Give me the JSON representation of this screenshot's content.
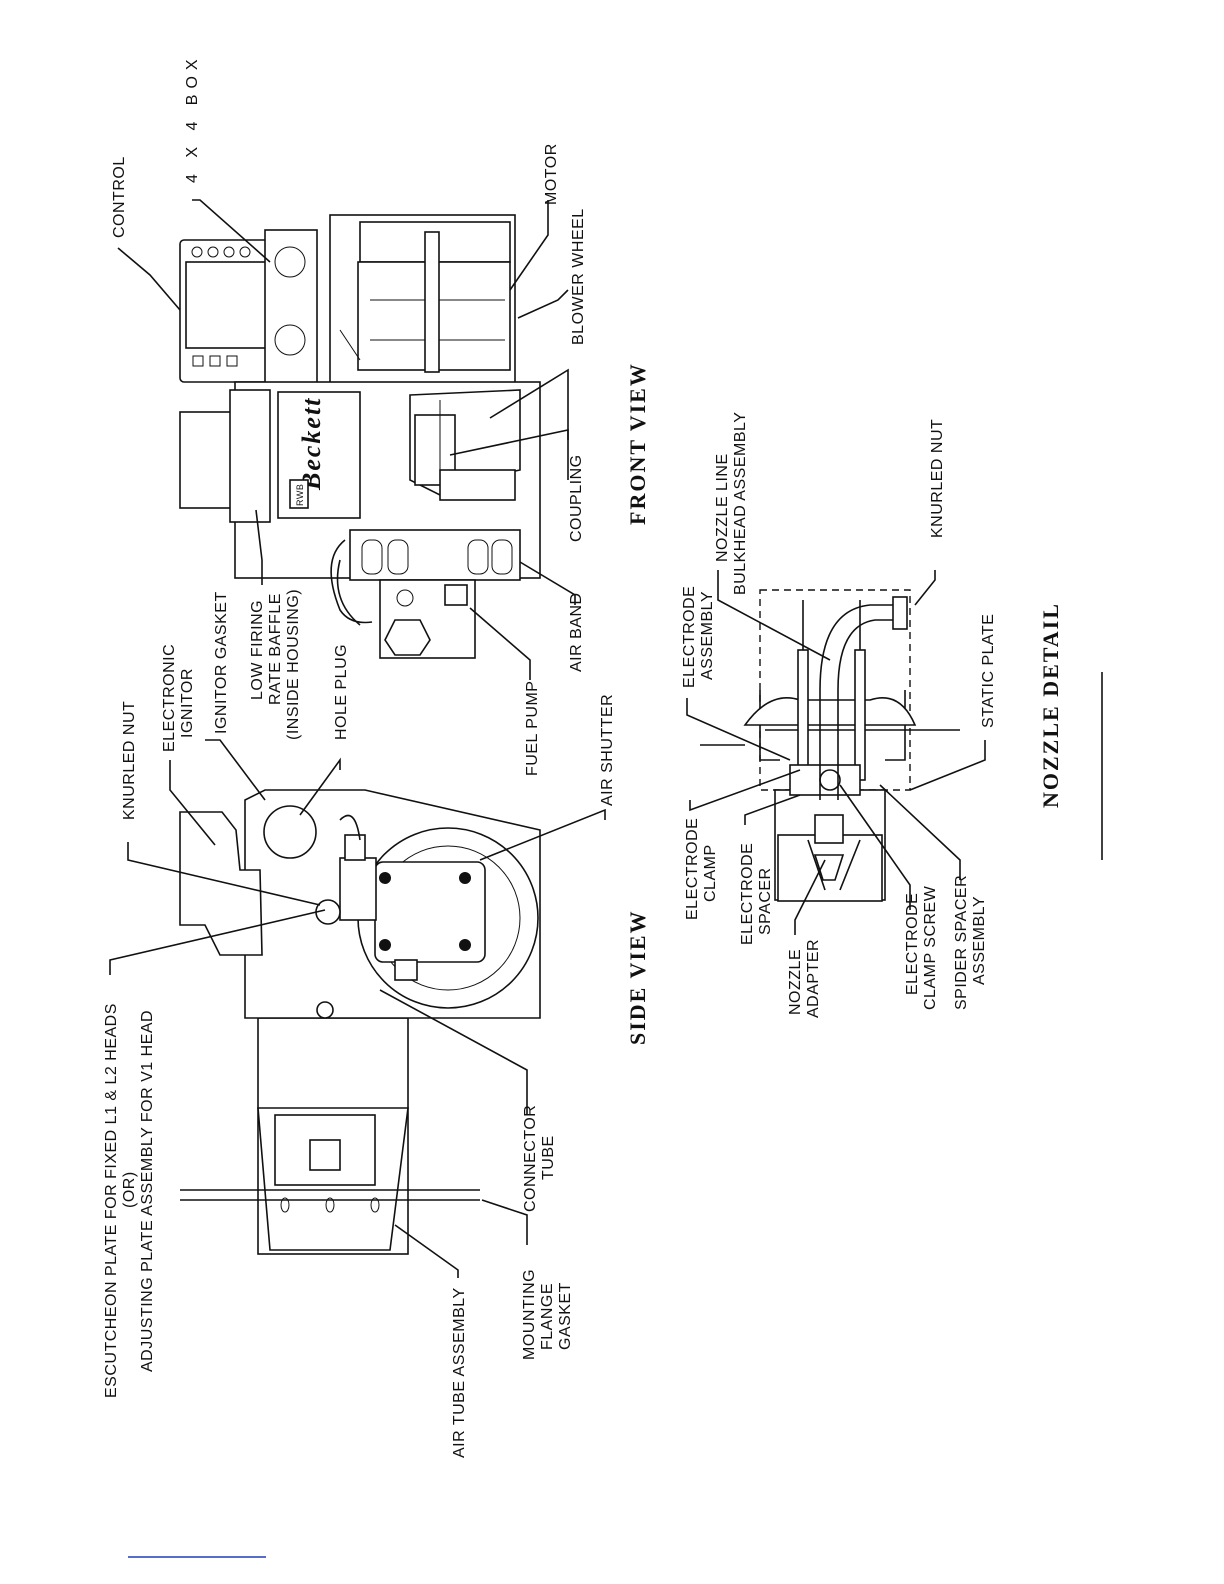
{
  "titles": {
    "front_view": "FRONT VIEW",
    "side_view": "SIDE VIEW",
    "nozzle_detail": "NOZZLE DETAIL"
  },
  "labels": {
    "control": "CONTROL",
    "box": "4 X 4 BOX",
    "motor": "MOTOR",
    "blower_wheel": "BLOWER WHEEL",
    "coupling": "COUPLING",
    "air_band": "AIR BAND",
    "fuel_pump": "FUEL PUMP",
    "air_shutter": "AIR SHUTTER",
    "hole_plug": "HOLE PLUG",
    "low_firing_1": "LOW FIRING",
    "low_firing_2": "RATE BAFFLE",
    "low_firing_3": "(INSIDE HOUSING)",
    "ignitor_gasket": "IGNITOR GASKET",
    "electronic_ignitor_1": "ELECTRONIC",
    "electronic_ignitor_2": "IGNITOR",
    "knurled_nut_side": "KNURLED NUT",
    "escutcheon_1": "ESCUTCHEON PLATE FOR FIXED L1 & L2 HEADS",
    "escutcheon_2": "(OR)",
    "escutcheon_3": "ADJUSTING PLATE ASSEMBLY FOR V1 HEAD",
    "connector_tube_1": "CONNECTOR",
    "connector_tube_2": "TUBE",
    "mounting_gasket_1": "MOUNTING",
    "mounting_gasket_2": "FLANGE",
    "mounting_gasket_3": "GASKET",
    "air_tube_assembly": "AIR TUBE ASSEMBLY",
    "electrode_assembly_1": "ELECTRODE",
    "electrode_assembly_2": "ASSEMBLY",
    "nozzle_line_1": "NOZZLE LINE",
    "nozzle_line_2": "BULKHEAD ASSEMBLY",
    "knurled_nut_nozzle": "KNURLED NUT",
    "static_plate": "STATIC PLATE",
    "electrode_clamp_1": "ELECTRODE",
    "electrode_clamp_2": "CLAMP",
    "electrode_spacer_1": "ELECTRODE",
    "electrode_spacer_2": "SPACER",
    "nozzle_adapter_1": "NOZZLE",
    "nozzle_adapter_2": "ADAPTER",
    "clamp_screw_1": "ELECTRODE",
    "clamp_screw_2": "CLAMP SCREW",
    "spider_spacer_1": "SPIDER SPACER",
    "spider_spacer_2": "ASSEMBLY"
  },
  "nameplate": {
    "brand": "Beckett",
    "model": "RWB"
  },
  "colors": {
    "ink": "#111111",
    "paper": "#ffffff",
    "link_bar": "#1f3fb8"
  }
}
